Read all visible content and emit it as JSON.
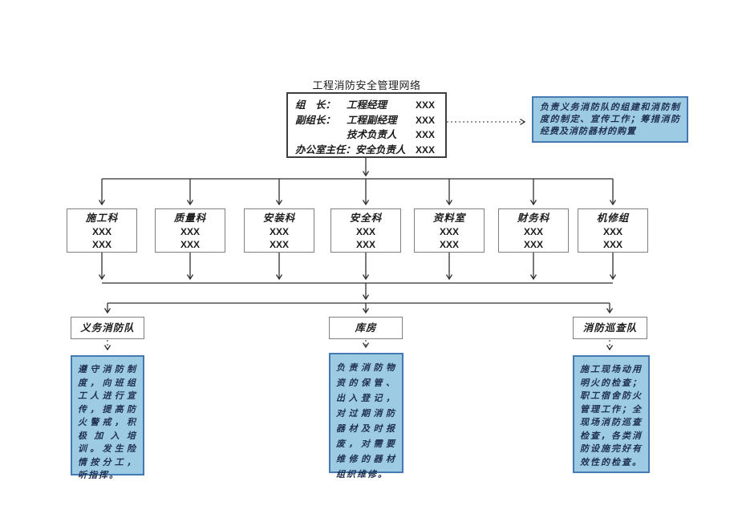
{
  "title": "工程消防安全管理网络",
  "leader_box": {
    "rows": [
      {
        "label": "组　长：",
        "role": "工程经理",
        "name": "XXX"
      },
      {
        "label": "副组长：",
        "role": "工程副经理",
        "name": "XXX"
      },
      {
        "label": "",
        "role": "技术负责人",
        "name": "XXX"
      },
      {
        "label": "办公室主任：",
        "role": "安全负责人",
        "name": "XXX"
      }
    ]
  },
  "office_note": "负责义务消防队的组建和消防制度的制定、宣传工作；筹措消防经费及消防器材的购置",
  "departments": [
    {
      "title": "施工科",
      "member1": "XXX",
      "member2": "XXX"
    },
    {
      "title": "质量科",
      "member1": "XXX",
      "member2": "XXX"
    },
    {
      "title": "安装科",
      "member1": "XXX",
      "member2": "XXX"
    },
    {
      "title": "安全科",
      "member1": "XXX",
      "member2": "XXX"
    },
    {
      "title": "资料室",
      "member1": "XXX",
      "member2": "XXX"
    },
    {
      "title": "财务科",
      "member1": "XXX",
      "member2": "XXX"
    },
    {
      "title": "机修组",
      "member1": "XXX",
      "member2": "XXX"
    }
  ],
  "teams": [
    {
      "label": "义务消防队",
      "duty": "遵守消防制度，向班组工人进行宣传，提高防火警戒，积极加入培训。发生险情按分工，听指挥。"
    },
    {
      "label": "库房",
      "duty": "负责消防物资的保管、出入登记，对过期消防器材及时报废，对需要维修的器材组织维修。"
    },
    {
      "label": "消防巡查队",
      "duty": "施工现场动用明火的检查；职工宿舍防火管理工作；全现场消防巡查检查，各类消防设施完好有效性的检查。"
    }
  ],
  "colors": {
    "note_fill": "#9DCBE4",
    "note_border": "#4579B2",
    "connector": "#2f2f2f",
    "box_border": "#7f7f7f",
    "duty_text": "#1f3050"
  }
}
